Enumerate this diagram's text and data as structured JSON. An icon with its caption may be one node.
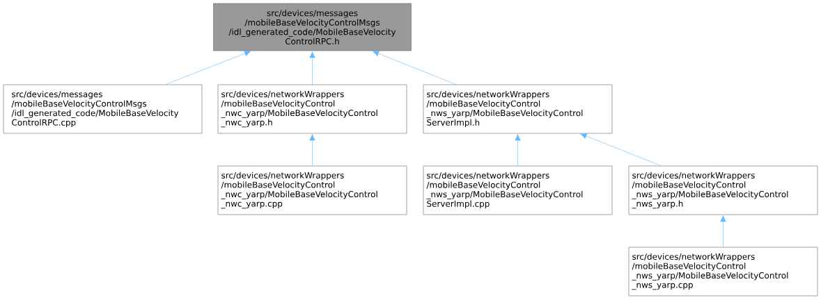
{
  "diagram": {
    "nodes": [
      {
        "text": [
          "src/devices/messages /mobileBaseVelocityControlMsgs /idl_generated_code/MobileBaseVelocity ControlRPC.h"
        ]
      },
      {
        "text": [
          "src/devices/messages /mobileBaseVelocityControlMsgs /idl_generated_code/MobileBaseVelocity ControlRPC.cpp"
        ]
      },
      {
        "text": [
          "src/devices/networkWrappers /mobileBaseVelocityControl _nwc_yarp/MobileBaseVelocityControl _nwc_yarp.h"
        ]
      },
      {
        "text": [
          "src/devices/networkWrappers /mobileBaseVelocityControl _nws_yarp/MobileBaseVelocityControl ServerImpl.h"
        ]
      },
      {
        "text": [
          "src/devices/networkWrappers /mobileBaseVelocityControl _nwc_yarp/MobileBaseVelocityControl _nwc_yarp.cpp"
        ]
      },
      {
        "text": [
          "src/devices/networkWrappers /mobileBaseVelocityControl _nws_yarp/MobileBaseVelocityControl ServerImpl.cpp"
        ]
      },
      {
        "text": [
          "src/devices/networkWrappers /mobileBaseVelocityControl _nws_yarp/MobileBaseVelocityControl _nws_yarp.h"
        ]
      },
      {
        "text": [
          "src/devices/networkWrappers /mobileBaseVelocityControl _nws_yarp/MobileBaseVelocityControl _nws_yarp.cpp"
        ]
      }
    ],
    "edges": [
      {
        "from": 1,
        "to": 0,
        "arrow": "to"
      },
      {
        "from": 2,
        "to": 0,
        "arrow": "to"
      },
      {
        "from": 3,
        "to": 0,
        "arrow": "to"
      },
      {
        "from": 4,
        "to": 2,
        "arrow": "to"
      },
      {
        "from": 5,
        "to": 3,
        "arrow": "to"
      },
      {
        "from": 6,
        "to": 3,
        "arrow": "to"
      },
      {
        "from": 7,
        "to": 6,
        "arrow": "to"
      }
    ]
  }
}
